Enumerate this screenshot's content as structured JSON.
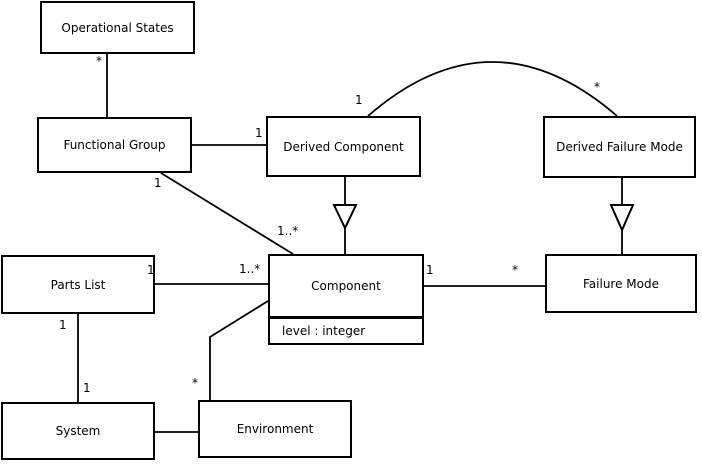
{
  "diagram": {
    "background_color": "#ffffff",
    "line_color": "#000000",
    "text_color": "#000000",
    "nodes": {
      "operational_states": {
        "label": "Operational States"
      },
      "functional_group": {
        "label": "Functional Group"
      },
      "derived_component": {
        "label": "Derived Component"
      },
      "derived_failure_mode": {
        "label": "Derived Failure Mode"
      },
      "parts_list": {
        "label": "Parts List"
      },
      "component": {
        "label": "Component",
        "attribute": "level : integer"
      },
      "failure_mode": {
        "label": "Failure Mode"
      },
      "system": {
        "label": "System"
      },
      "environment": {
        "label": "Environment"
      }
    },
    "edges": {
      "operational_states__functional_group": {
        "type": "association",
        "mult_at_operational_states": "*"
      },
      "functional_group__derived_component": {
        "type": "association",
        "mult_at_derived_component": "1"
      },
      "derived_component__derived_failure_mode": {
        "type": "association",
        "shape": "arc",
        "mult_at_derived_component": "1",
        "mult_at_derived_failure_mode": "*"
      },
      "functional_group__component": {
        "type": "association",
        "mult_at_functional_group": "1",
        "mult_at_component": "1..*"
      },
      "derived_component__component": {
        "type": "generalization"
      },
      "derived_failure_mode__failure_mode": {
        "type": "generalization"
      },
      "parts_list__component": {
        "type": "association",
        "mult_at_parts_list": "1",
        "mult_at_component": "1..*"
      },
      "component__failure_mode": {
        "type": "association",
        "mult_at_component": "1",
        "mult_at_failure_mode": "*"
      },
      "component__environment": {
        "type": "association",
        "mult_at_environment": "*"
      },
      "parts_list__system": {
        "type": "association",
        "mult_at_parts_list": "1",
        "mult_at_system": "1"
      },
      "system__environment": {
        "type": "association"
      }
    }
  }
}
